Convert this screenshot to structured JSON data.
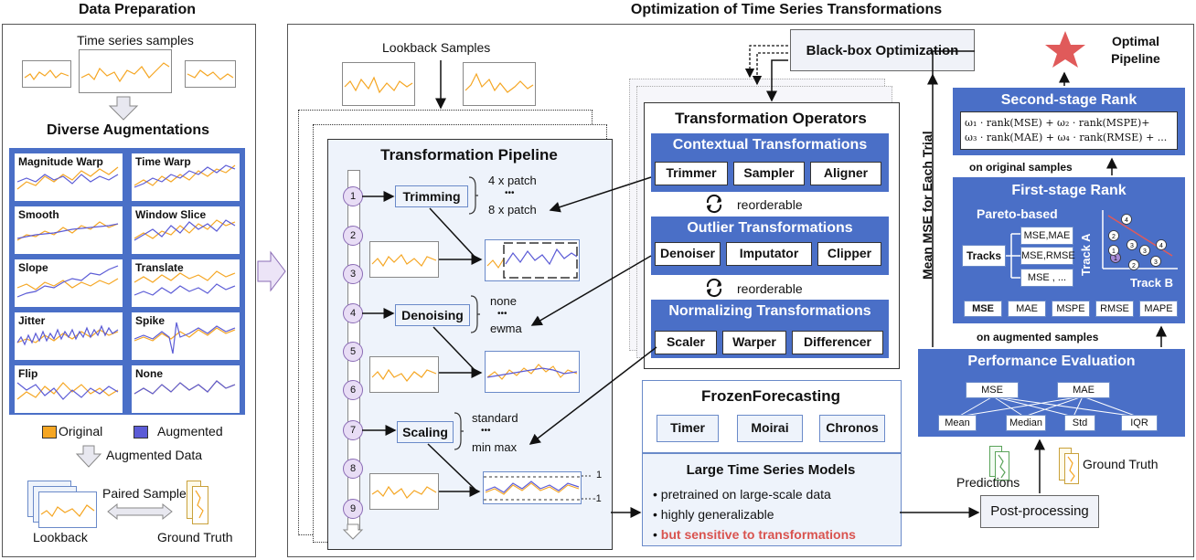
{
  "titles": {
    "data_preparation": "Data Preparation",
    "optimization": "Optimization of Time Series Transformations"
  },
  "data_prep": {
    "samples_label": "Time series samples",
    "diverse_aug": "Diverse Augmentations",
    "augmentations": [
      "Magnitude Warp",
      "Time Warp",
      "Smooth",
      "Window Slice",
      "Slope",
      "Translate",
      "Jitter",
      "Spike",
      "Flip",
      "None"
    ],
    "legend_original": "Original",
    "legend_augmented": "Augmented",
    "augmented_data": "Augmented Data",
    "paired_samples": "Paired Samples",
    "lookback": "Lookback",
    "ground_truth": "Ground Truth"
  },
  "pipeline": {
    "lookback_samples": "Lookback Samples",
    "title": "Transformation Pipeline",
    "steps": [
      "1",
      "2",
      "3",
      "4",
      "5",
      "6",
      "7",
      "8",
      "9"
    ],
    "trimming": "Trimming",
    "trim_opts": [
      "4 x patch",
      "•••",
      "8 x patch"
    ],
    "denoising": "Denoising",
    "denoise_opts": [
      "none",
      "•••",
      "ewma"
    ],
    "scaling": "Scaling",
    "scale_opts": [
      "standard",
      "•••",
      "min max"
    ],
    "scale_marks": [
      "1",
      "-1"
    ]
  },
  "operators": {
    "title": "Transformation Operators",
    "contextual": "Contextual Transformations",
    "contextual_items": [
      "Trimmer",
      "Sampler",
      "Aligner"
    ],
    "reorderable": "reorderable",
    "outlier": "Outlier Transformations",
    "outlier_items": [
      "Denoiser",
      "Imputator",
      "Clipper"
    ],
    "normalizing": "Normalizing Transformations",
    "normalizing_items": [
      "Scaler",
      "Warper",
      "Differencer"
    ]
  },
  "blackbox": "Black-box Optimization",
  "frozen": {
    "title": "FrozenForecasting",
    "models": [
      "Timer",
      "Moirai",
      "Chronos"
    ]
  },
  "ltsm": {
    "title": "Large Time Series Models",
    "bullets": [
      "pretrained on large-scale data",
      "highly generalizable",
      "but sensitive to transformations"
    ],
    "bullet_colors": [
      "#111111",
      "#111111",
      "#d9534f"
    ]
  },
  "ranking": {
    "optimal": "Optimal Pipeline",
    "second_stage": "Second-stage Rank",
    "formula_line1": "ω₁ · rank(MSE) + ω₂ · rank(MSPE)+",
    "formula_line2": "ω₃ · rank(MAE) + ω₄ · rank(RMSE) + ...",
    "on_original": "on original samples",
    "first_stage": "First-stage Rank",
    "pareto": "Pareto-based",
    "tracks": "Tracks",
    "track_items": [
      "MSE,MAE",
      "MSE,RMSE",
      "MSE , ..."
    ],
    "track_a": "Track A",
    "track_b": "Track B",
    "pareto_points": [
      "4",
      "2",
      "3",
      "1",
      "3",
      "4",
      "1",
      "2",
      "3"
    ],
    "metrics": [
      "MSE",
      "MAE",
      "MSPE",
      "RMSE",
      "MAPE"
    ],
    "on_augmented": "on augmented samples",
    "mean_mse": "Mean MSE for Each Trial",
    "perf_eval": "Performance Evaluation",
    "perf_top": [
      "MSE",
      "MAE"
    ],
    "perf_bottom": [
      "Mean",
      "Median",
      "Std",
      "IQR"
    ],
    "predictions": "Predictions",
    "ground_truth": "Ground Truth",
    "post_processing": "Post-processing"
  },
  "colors": {
    "blue": "#4a6fc7",
    "original": "#f5a623",
    "augmented": "#5b5bd6",
    "star": "#e05a5a",
    "red": "#d9534f"
  }
}
